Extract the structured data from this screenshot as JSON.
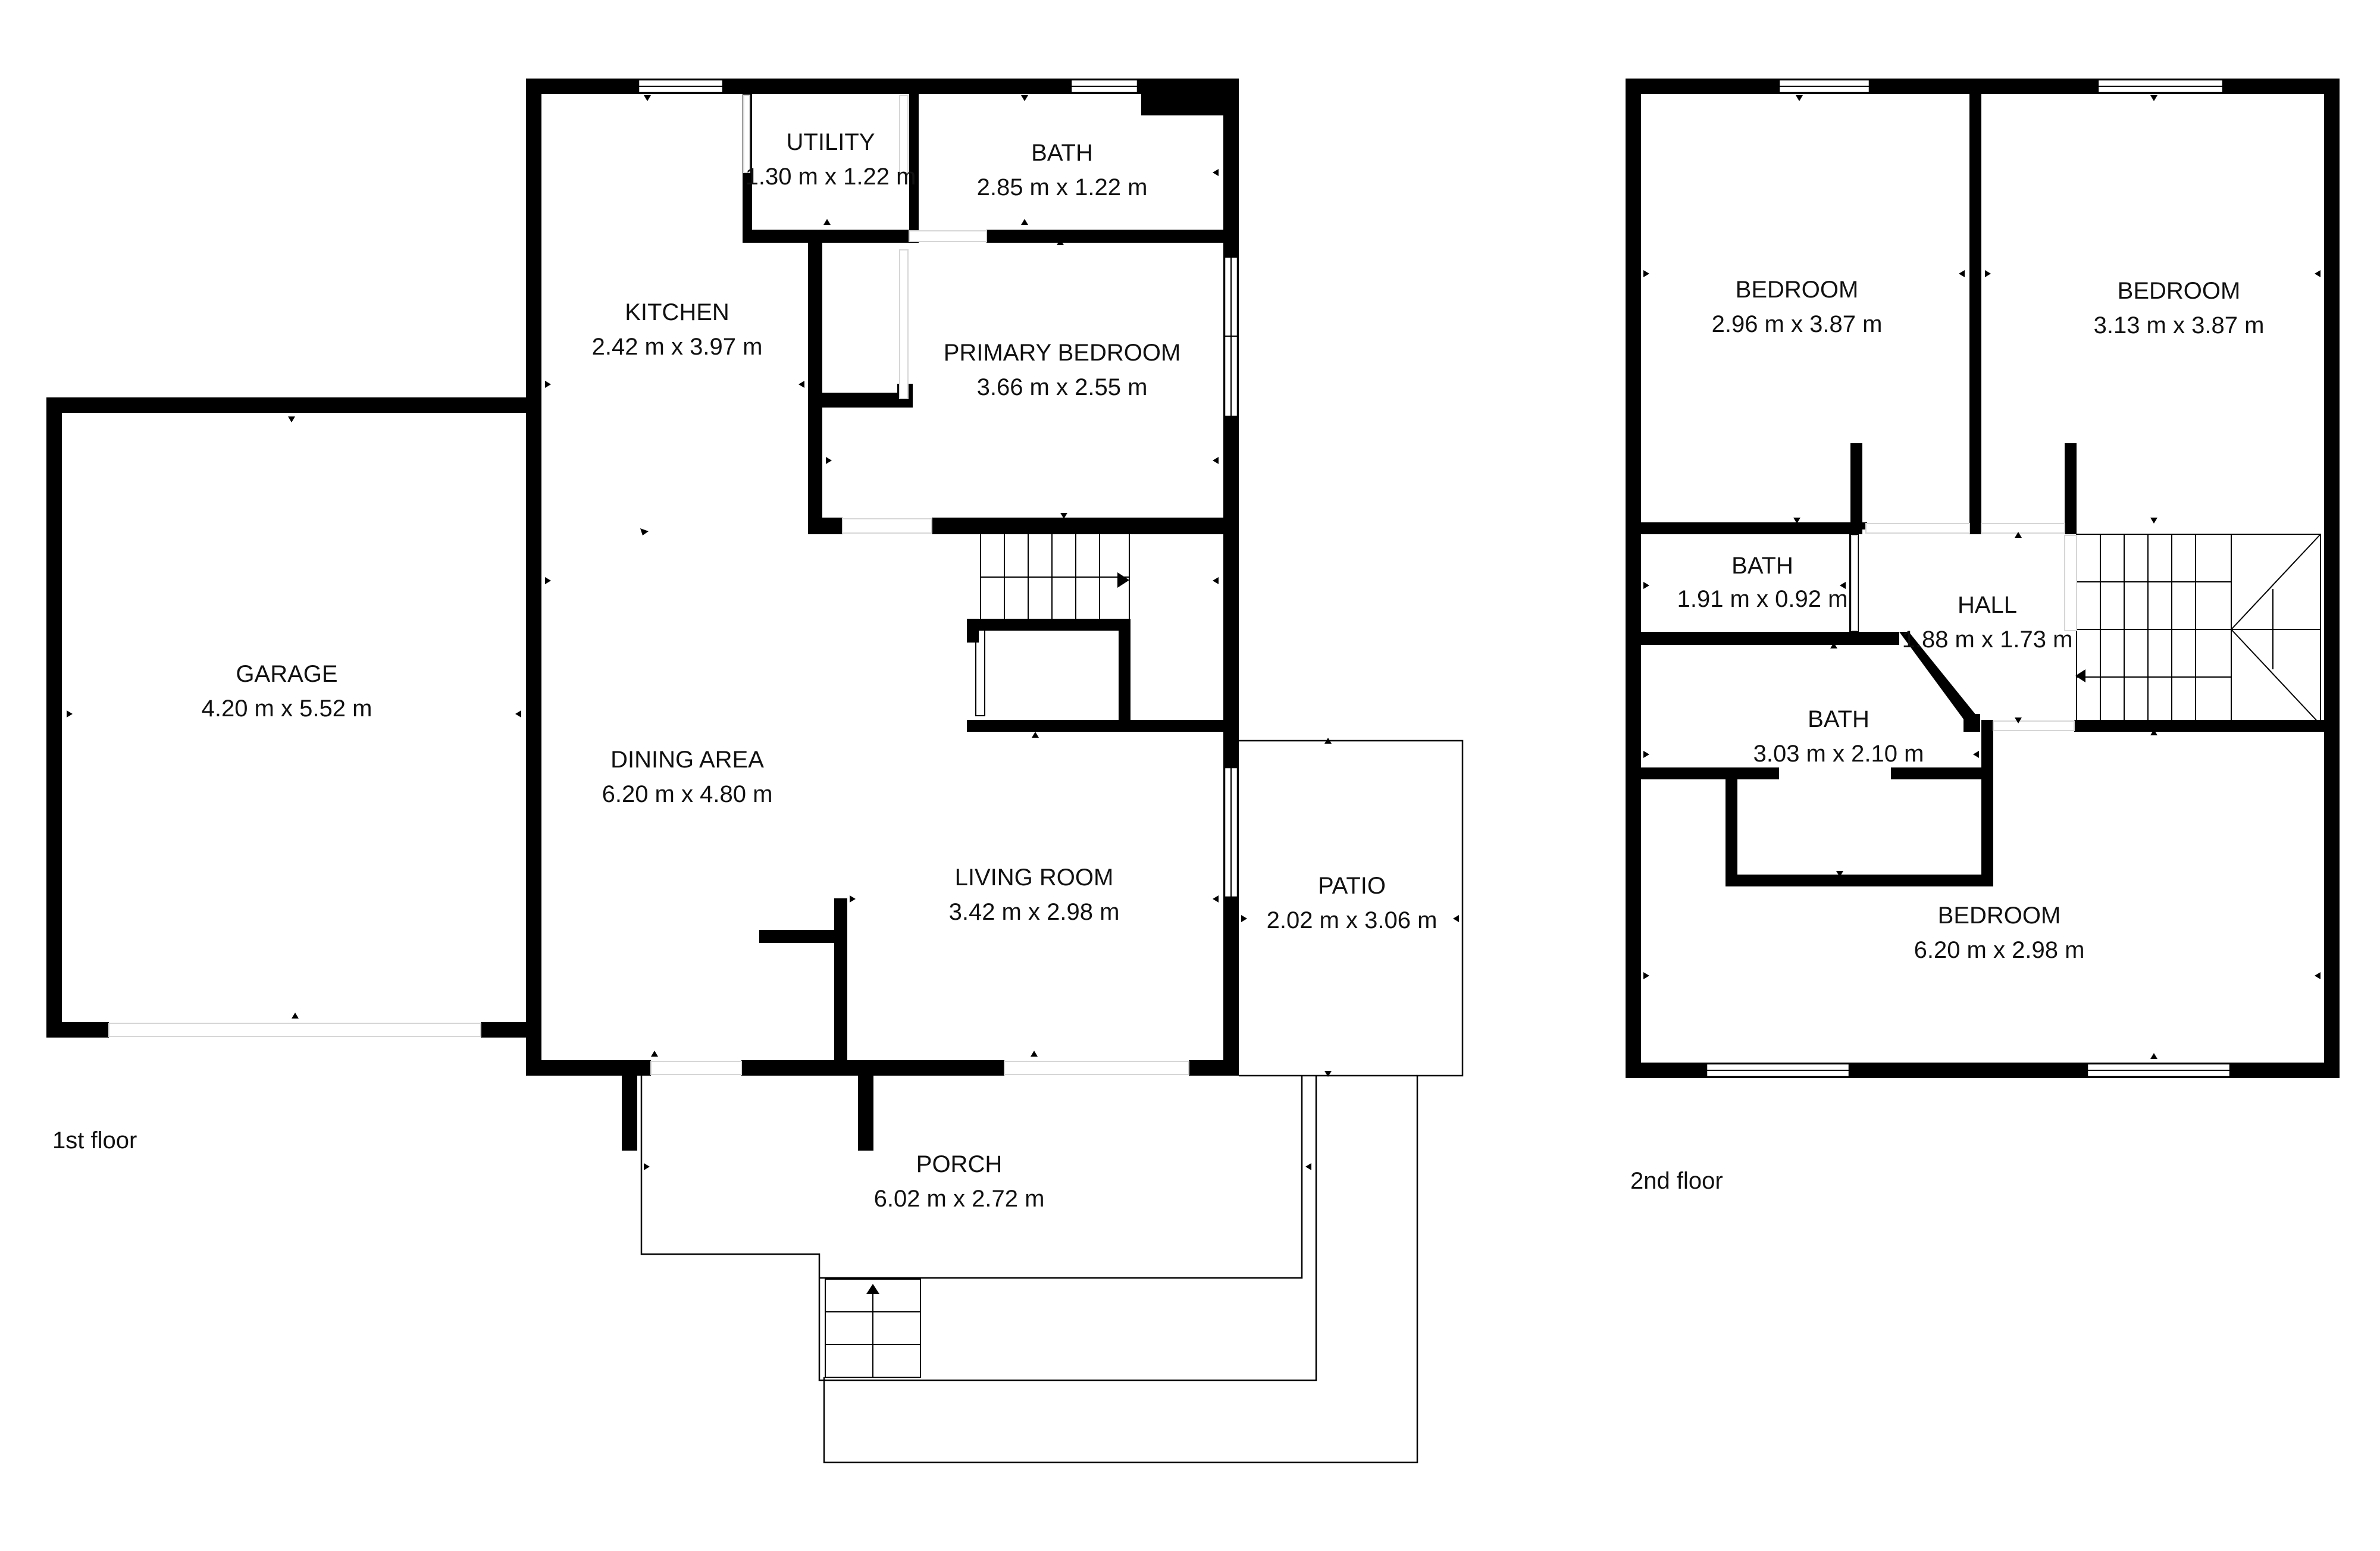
{
  "floors": [
    {
      "label": "1st floor"
    },
    {
      "label": "2nd floor"
    }
  ],
  "rooms": [
    {
      "name": "UTILITY",
      "dims": "1.30 m x 1.22 m"
    },
    {
      "name": "BATH",
      "dims": "2.85 m x 1.22 m"
    },
    {
      "name": "KITCHEN",
      "dims": "2.42 m x 3.97 m"
    },
    {
      "name": "PRIMARY BEDROOM",
      "dims": "3.66 m x 2.55 m"
    },
    {
      "name": "GARAGE",
      "dims": "4.20 m x 5.52 m"
    },
    {
      "name": "DINING AREA",
      "dims": "6.20 m x 4.80 m"
    },
    {
      "name": "LIVING ROOM",
      "dims": "3.42 m x 2.98 m"
    },
    {
      "name": "PATIO",
      "dims": "2.02 m x 3.06 m"
    },
    {
      "name": "PORCH",
      "dims": "6.02 m x 2.72 m"
    },
    {
      "name": "BEDROOM",
      "dims": "2.96 m x 3.87 m"
    },
    {
      "name": "BEDROOM",
      "dims": "3.13 m x 3.87 m"
    },
    {
      "name": "BATH",
      "dims": "1.91 m x 0.92 m"
    },
    {
      "name": "HALL",
      "dims": "1.88 m x 1.73 m"
    },
    {
      "name": "BATH",
      "dims": "3.03 m x 2.10 m"
    },
    {
      "name": "BEDROOM",
      "dims": "6.20 m x 2.98 m"
    }
  ]
}
